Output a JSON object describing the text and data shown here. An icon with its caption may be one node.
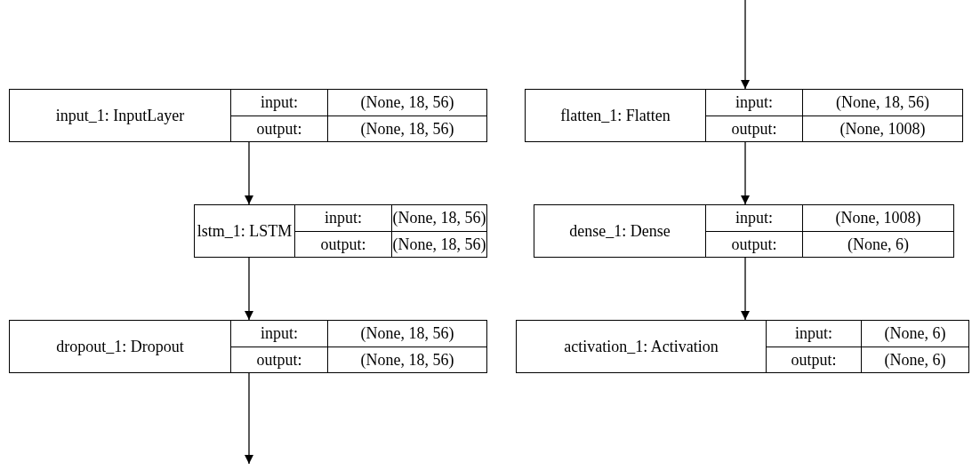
{
  "diagram": {
    "nodes": [
      {
        "text": [
          "input_1: InputLayer",
          "input:",
          "output:",
          "(None, 18, 56)",
          "(None, 18, 56)"
        ]
      },
      {
        "text": [
          "lstm_1: LSTM",
          "input:",
          "output:",
          "(None, 18, 56)",
          "(None, 18, 56)"
        ]
      },
      {
        "text": [
          "dropout_1: Dropout",
          "input:",
          "output:",
          "(None, 18, 56)",
          "(None, 18, 56)"
        ]
      },
      {
        "text": [
          "flatten_1: Flatten",
          "input:",
          "output:",
          "(None, 18, 56)",
          "(None, 1008)"
        ]
      },
      {
        "text": [
          "dense_1: Dense",
          "input:",
          "output:",
          "(None, 1008)",
          "(None, 6)"
        ]
      },
      {
        "text": [
          "activation_1: Activation",
          "input:",
          "output:",
          "(None, 6)",
          "(None, 6)"
        ]
      }
    ],
    "edges": [
      {
        "from": 0,
        "to": 1,
        "arrow": "to"
      },
      {
        "from": 1,
        "to": 2,
        "arrow": "to"
      },
      {
        "from": 2,
        "to": null,
        "arrow": "to"
      },
      {
        "from": null,
        "to": 3,
        "arrow": "to"
      },
      {
        "from": 3,
        "to": 4,
        "arrow": "to"
      },
      {
        "from": 4,
        "to": 5,
        "arrow": "to"
      }
    ]
  }
}
